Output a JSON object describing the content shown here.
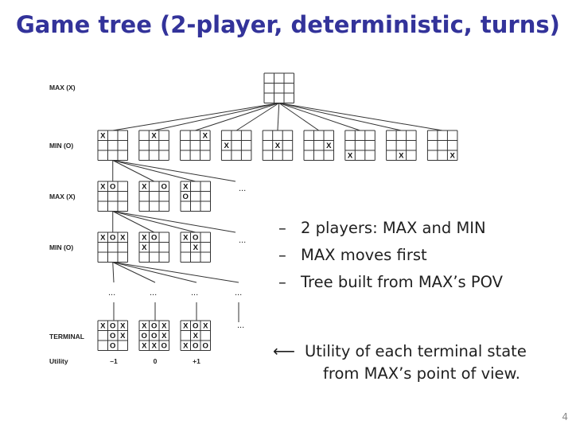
{
  "title": "Game tree (2-player, deterministic, turns)",
  "page_number": "4",
  "levels": {
    "max1": "MAX (X)",
    "min1": "MIN (O)",
    "max2": "MAX (X)",
    "min2": "MIN (O)",
    "terminal": "TERMINAL",
    "utility": "Utility"
  },
  "ellipsis": "...",
  "boards": {
    "root": [
      "",
      "",
      "",
      "",
      "",
      "",
      "",
      "",
      ""
    ],
    "level1": [
      [
        "X",
        "",
        "",
        "",
        "",
        "",
        "",
        "",
        ""
      ],
      [
        "",
        "X",
        "",
        "",
        "",
        "",
        "",
        "",
        ""
      ],
      [
        "",
        "",
        "X",
        "",
        "",
        "",
        "",
        "",
        ""
      ],
      [
        "",
        "",
        "",
        "X",
        "",
        "",
        "",
        "",
        ""
      ],
      [
        "",
        "",
        "",
        "",
        "X",
        "",
        "",
        "",
        ""
      ],
      [
        "",
        "",
        "",
        "",
        "",
        "X",
        "",
        "",
        ""
      ],
      [
        "",
        "",
        "",
        "",
        "",
        "",
        "X",
        "",
        ""
      ],
      [
        "",
        "",
        "",
        "",
        "",
        "",
        "",
        "X",
        ""
      ],
      [
        "",
        "",
        "",
        "",
        "",
        "",
        "",
        "",
        "X"
      ]
    ],
    "level2": [
      [
        "X",
        "O",
        "",
        "",
        "",
        "",
        "",
        "",
        ""
      ],
      [
        "X",
        "",
        "O",
        "",
        "",
        "",
        "",
        "",
        ""
      ],
      [
        "X",
        "",
        "",
        "O",
        "",
        "",
        "",
        "",
        ""
      ]
    ],
    "level3": [
      [
        "X",
        "O",
        "X",
        "",
        "",
        "",
        "",
        "",
        ""
      ],
      [
        "X",
        "O",
        "",
        "X",
        "",
        "",
        "",
        "",
        ""
      ],
      [
        "X",
        "O",
        "",
        "",
        "X",
        "",
        "",
        "",
        ""
      ]
    ],
    "terminal": [
      [
        "X",
        "O",
        "X",
        "",
        "O",
        "X",
        "",
        "O",
        ""
      ],
      [
        "X",
        "O",
        "X",
        "O",
        "O",
        "X",
        "X",
        "X",
        "O"
      ],
      [
        "X",
        "O",
        "X",
        "",
        "X",
        "",
        "X",
        "O",
        "O"
      ]
    ]
  },
  "utilities": [
    "–1",
    "0",
    "+1"
  ],
  "bullets": [
    "2 players: MAX and MIN",
    "MAX moves first",
    "Tree built from MAX’s POV"
  ],
  "bullet_marker": "–",
  "utility_note": {
    "arrow": "⟵",
    "line1": "Utility of each terminal state",
    "line2": "from MAX’s point of view."
  }
}
